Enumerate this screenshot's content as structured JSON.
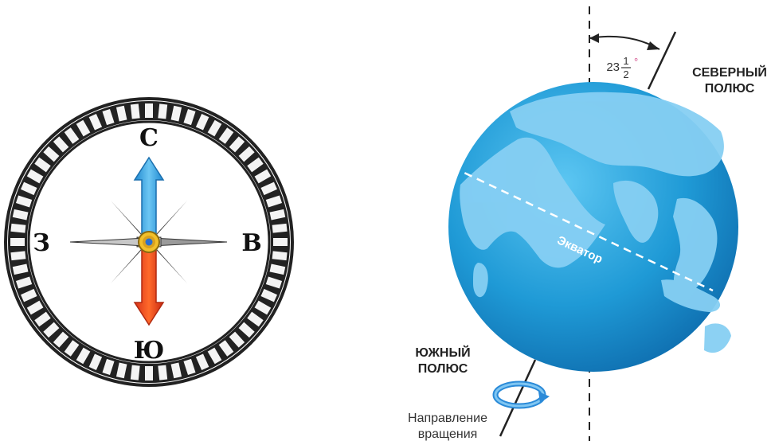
{
  "compass": {
    "north": "С",
    "south": "Ю",
    "west": "З",
    "east": "В"
  },
  "earth": {
    "angle_whole": "23",
    "angle_num": "1",
    "angle_den": "2",
    "angle_deg": "°",
    "north_pole_line1": "СЕВЕРНЫЙ",
    "north_pole_line2": "ПОЛЮС",
    "south_pole_line1": "ЮЖНЫЙ",
    "south_pole_line2": "ПОЛЮС",
    "equator": "Экватор",
    "rotation_line1": "Направление",
    "rotation_line2": "вращения"
  },
  "colors": {
    "ocean": "#2aa3dc",
    "land": "#7fcaf0",
    "needle_north": "#3fa9e6",
    "needle_south": "#f04a1d"
  }
}
